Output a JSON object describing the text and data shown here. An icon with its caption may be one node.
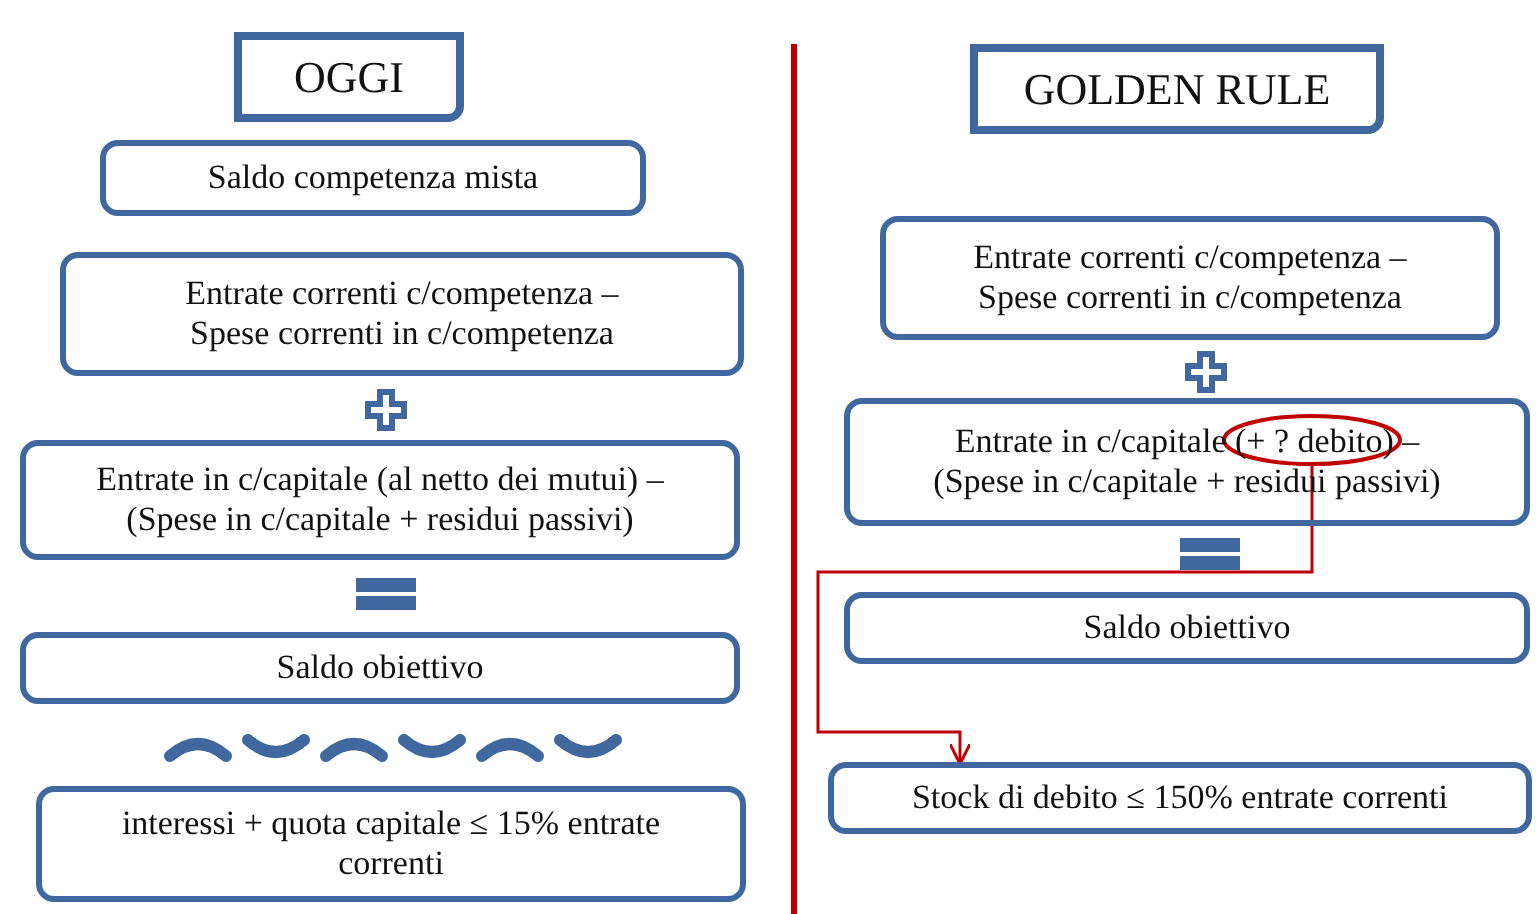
{
  "diagram": {
    "nodes": [
      {
        "text": [
          "OGGI"
        ]
      },
      {
        "text": [
          "Saldo competenza mista"
        ]
      },
      {
        "text": [
          "Entrate correnti c/competenza – Spese correnti in c/competenza"
        ]
      },
      {
        "text": [
          "Entrate in c/capitale (al netto dei mutui) – (Spese in c/capitale + residui passivi)"
        ]
      },
      {
        "text": [
          "Saldo obiettivo"
        ]
      },
      {
        "text": [
          "interessi + quota capitale ≤ 15% entrate correnti"
        ]
      },
      {
        "text": [
          "GOLDEN RULE"
        ]
      },
      {
        "text": [
          "Entrate correnti c/competenza – Spese correnti in c/competenza"
        ]
      },
      {
        "text": [
          "Entrate in c/capitale (+ ? debito) – (Spese in c/capitale + residui passivi)"
        ]
      },
      {
        "text": [],
        "shape": "ellipse",
        "in": 8
      },
      {
        "text": [
          "Saldo obiettivo"
        ]
      },
      {
        "text": [
          "Stock di debito ≤ 150% entrate correnti"
        ]
      }
    ],
    "edges": [
      {
        "from": 9,
        "to": 11,
        "arrow": "to",
        "color": "#c00000"
      }
    ]
  }
}
